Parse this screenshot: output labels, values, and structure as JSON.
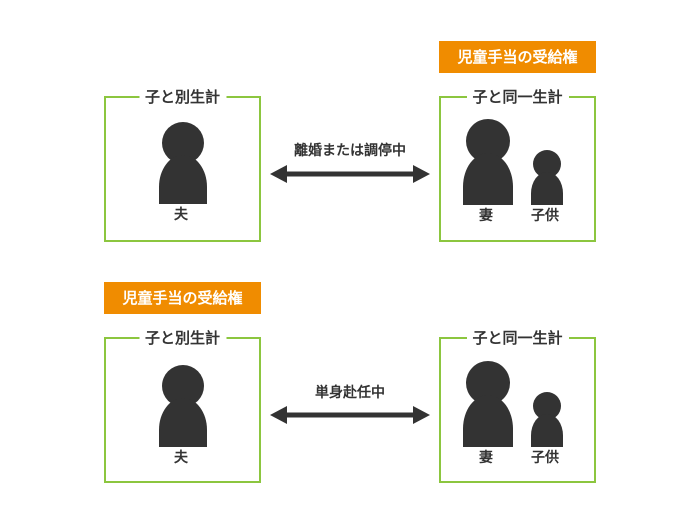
{
  "scenario_1": {
    "badge": "児童手当の受給権",
    "left_box_title": "子と別生計",
    "right_box_title": "子と同一生計",
    "relation": "離婚または調停中",
    "husband": "夫",
    "wife": "妻",
    "child": "子供"
  },
  "scenario_2": {
    "badge": "児童手当の受給権",
    "left_box_title": "子と別生計",
    "right_box_title": "子と同一生計",
    "relation": "単身赴任中",
    "husband": "夫",
    "wife": "妻",
    "child": "子供"
  },
  "colors": {
    "box_border": "#8cc63f",
    "badge_bg": "#f08c00",
    "figure": "#333333"
  }
}
